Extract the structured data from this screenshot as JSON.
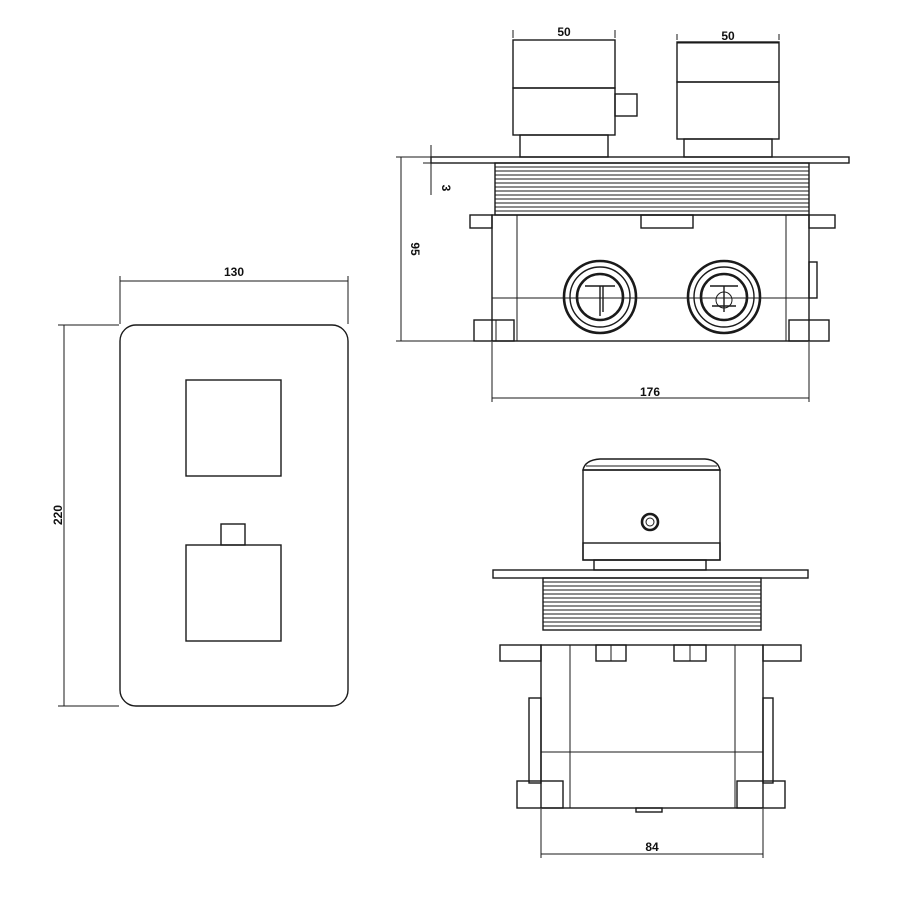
{
  "dimensions": {
    "plate_width": "130",
    "plate_height": "220",
    "handle_width_left": "50",
    "handle_width_right": "50",
    "plate_thickness": "3",
    "body_depth": "95",
    "body_width": "176",
    "body_side_width": "84"
  }
}
